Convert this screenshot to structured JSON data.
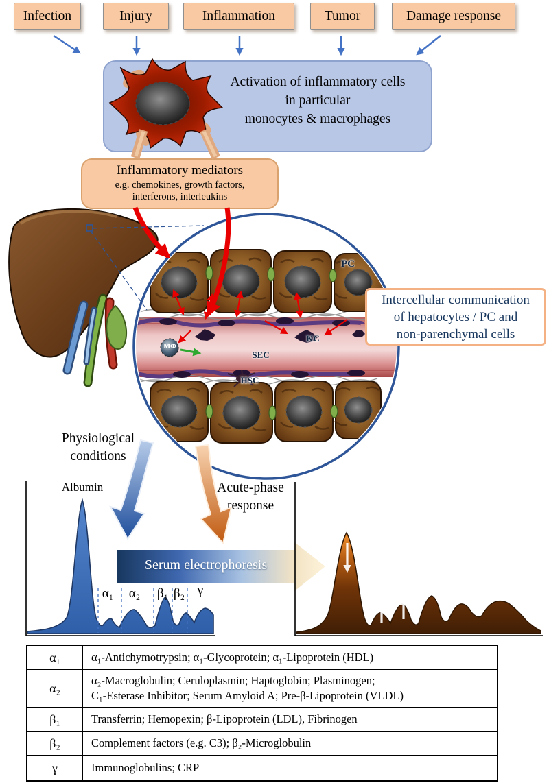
{
  "triggers": [
    "Infection",
    "Injury",
    "Inflammation",
    "Tumor",
    "Damage response"
  ],
  "activation_box": {
    "line1": "Activation of inflammatory cells",
    "line2": "in particular",
    "line3": "monocytes & macrophages"
  },
  "mediators_box": {
    "title": "Inflammatory mediators",
    "sub1": "e.g. chemokines, growth factors,",
    "sub2": "interferons, interleukins"
  },
  "communication_box": {
    "line1": "Intercellular communication",
    "line2": "of hepatocytes / PC and",
    "line3": "non-parenchymal cells"
  },
  "micro_labels": {
    "pc": "PC",
    "kc": "KC",
    "sec": "SEC",
    "hsc": "HSC",
    "mphi": "MΦ"
  },
  "flow": {
    "physiological": "Physiological conditions",
    "acute_phase": "Acute-phase response",
    "serum": "Serum electrophoresis"
  },
  "electrophoresis": {
    "albumin": "Albumin",
    "fractions": [
      "α₁",
      "α₂",
      "β₁",
      "β₂",
      "γ"
    ]
  },
  "table": {
    "rows": [
      {
        "key": "α₁",
        "value": "α₁-Antichymotrypsin; α₁-Glycoprotein; α₁-Lipoprotein (HDL)"
      },
      {
        "key": "α₂",
        "value": "α₂-Macroglobulin; Ceruloplasmin; Haptoglobin; Plasminogen;\nC₁-Esterase Inhibitor; Serum Amyloid A; Pre-β-Lipoprotein (VLDL)"
      },
      {
        "key": "β₁",
        "value": "Transferrin; Hemopexin; β-Lipoprotein (LDL), Fibrinogen"
      },
      {
        "key": "β₂",
        "value": "Complement factors (e.g. C3); β₂-Microglobulin"
      },
      {
        "key": "γ",
        "value": "Immunoglobulins; CRP"
      }
    ]
  },
  "colors": {
    "peach": "#f8c9a2",
    "panel_blue": "#b9c7e6",
    "accent_blue": "#2e5597",
    "accent_orange": "#c55a11",
    "navy_text": "#17365d",
    "curve_blue": "#3f6fbf",
    "curve_brown": "#5a2d0c",
    "arrow_red": "#e80000"
  }
}
